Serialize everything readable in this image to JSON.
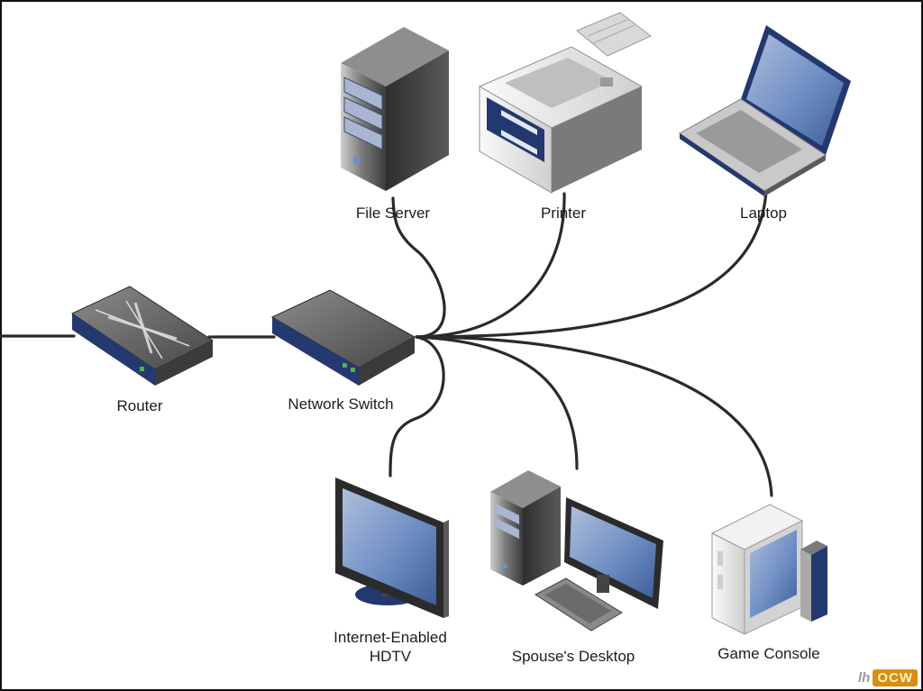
{
  "labels": {
    "file_server": "File Server",
    "printer": "Printer",
    "laptop": "Laptop",
    "router": "Router",
    "network_switch": "Network Switch",
    "hdtv": "Internet-Enabled\nHDTV",
    "spouse_desktop": "Spouse's Desktop",
    "game_console": "Game Console"
  },
  "watermark": {
    "left": "lh",
    "right": "OCW"
  },
  "colors": {
    "cable": "#2a2a2a",
    "device_dark": "#4a4a4a",
    "device_light": "#e9e9e9",
    "screen_blue": "#5a7fb8",
    "accent_navy": "#22386e",
    "frame": "#111111"
  }
}
